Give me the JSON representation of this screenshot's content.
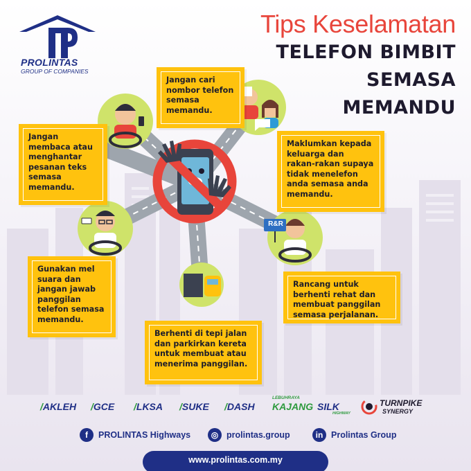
{
  "header": {
    "logo_name": "PROLINTAS",
    "logo_sub": "GROUP OF COMPANIES",
    "title_script": "Tips Keselamatan",
    "title_lines": [
      "TELEFON BIMBIT",
      "SEMASA",
      "MEMANDU"
    ]
  },
  "tips": [
    "Jangan cari\nnombor telefon\nsemasa\nmemandu.",
    "Jangan\nmembaca atau\nmenghantar\npesanan teks\nsemasa\nmemandu.",
    "Maklumkan kepada\nkeluarga dan\nrakan-rakan supaya\ntidak menelefon\nanda semasa anda\nmemandu.",
    "Gunakan mel\nsuara dan\njangan jawab\npanggilan\ntelefon semasa\nmemandu.",
    "Rancang untuk\nberhenti rehat dan\nmembuat panggilan\nsemasa perjalanan.",
    "Berhenti di tepi jalan\ndan parkirkan kereta\nuntuk membuat atau\nmenerima panggilan."
  ],
  "rr_sign": "R&R",
  "brands": {
    "akleh": "AKLEH",
    "gce": "GCE",
    "lksa": "LKSA",
    "suke": "SUKE",
    "dash": "DASH",
    "kajang_top": "LEBUHRAYA",
    "kajang": "KAJANG",
    "silk": "SILK",
    "silk_sub": "HIGHWAY",
    "turnpike": "TURNPIKE",
    "synergy": "SYNERGY"
  },
  "social": {
    "facebook": "PROLINTAS Highways",
    "instagram": "prolintas.group",
    "linkedin": "Prolintas Group"
  },
  "website": "www.prolintas.com.my",
  "colors": {
    "navy": "#1f2f86",
    "accent_red": "#e8453b",
    "tip_yellow": "#ffc20e",
    "road_grey": "#9ea5ad",
    "circle_green": "#cfe36a"
  }
}
